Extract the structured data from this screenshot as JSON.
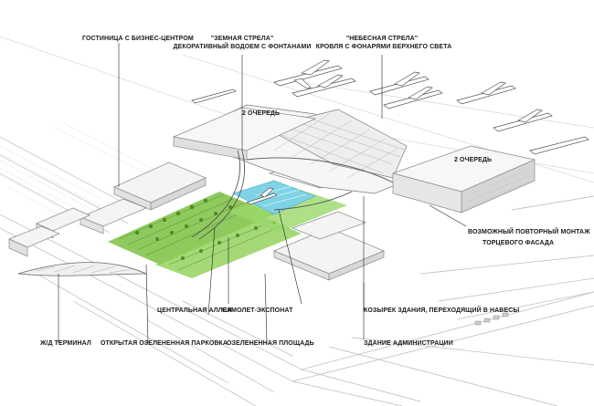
{
  "labels": {
    "hotel": "ГОСТИНИЦА С БИЗНЕС-ЦЕНТРОМ",
    "earth_arrow_title": "\"ЗЕМНАЯ СТРЕЛА\"",
    "earth_arrow_desc": "ДЕКОРАТИВНЫЙ ВОДОЕМ С ФОНТАНАМИ",
    "sky_arrow_title": "\"НЕБЕСНАЯ СТРЕЛА\"",
    "sky_arrow_desc": "КРОВЛЯ С ФОНАРЯМИ ВЕРХНЕГО СВЕТА",
    "phase2_left": "2 ОЧЕРЕДЬ",
    "phase2_right": "2 ОЧЕРЕДЬ",
    "facade_line1": "ВОЗМОЖНЫЙ ПОВТОРНЫЙ МОНТАЖ",
    "facade_line2": "ТОРЦЕВОГО ФАСАДА",
    "central_alley": "ЦЕНТРАЛЬНАЯ АЛЛЕЯ",
    "plane_exhibit": "САМОЛЕТ-ЭКСПОНАТ",
    "canopy": "КОЗЫРЕК ЗДАНИЯ, ПЕРЕХОДЯЩИЙ В НАВЕСЫ",
    "rail_terminal": "Ж/Д ТЕРМИНАЛ",
    "green_parking": "ОТКРЫТАЯ ОЗЕЛЕНЕННАЯ ПАРКОВКА",
    "green_square": "ОЗЕЛЕНЕННАЯ ПЛОЩАДЬ",
    "admin_building": "ЗДАНИЕ АДМИНИСТРАЦИИ"
  },
  "colors": {
    "green": "#7bc142",
    "water": "#7fd3e6",
    "line": "#9a9a9a",
    "leader": "#222222"
  }
}
